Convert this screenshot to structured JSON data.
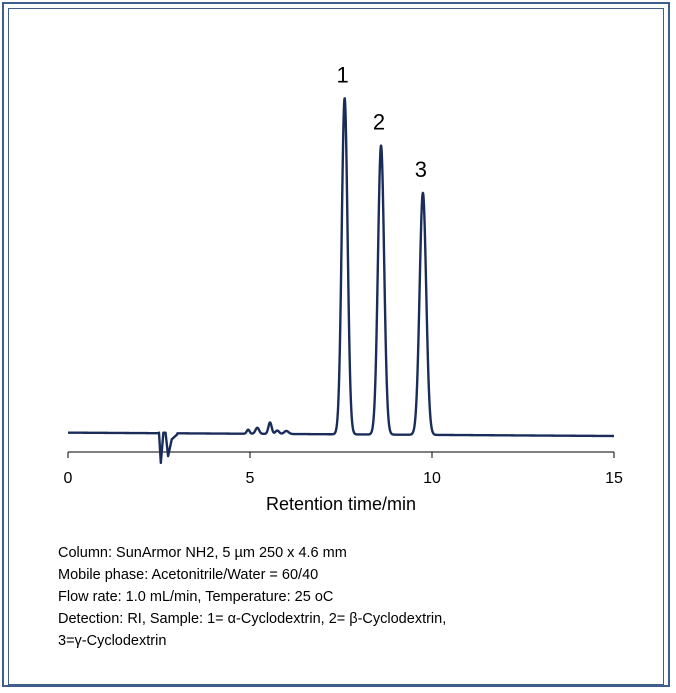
{
  "chart_data": {
    "type": "line",
    "title": "",
    "xlabel": "Retention time/min",
    "ylabel": "",
    "xlim": [
      0,
      15
    ],
    "xticks": [
      0,
      5,
      10,
      15
    ],
    "x_tick_labels": [
      "0",
      "5",
      "10",
      "15"
    ],
    "grid": false,
    "line_color": "#1a2d5a",
    "baseline": {
      "start": 1.0,
      "end": 0.0
    },
    "series": [
      {
        "peaks": [
          {
            "label": "1",
            "x": 7.6,
            "height": 100,
            "width": 0.08
          },
          {
            "label": "2",
            "x": 8.6,
            "height": 86,
            "width": 0.085
          },
          {
            "label": "3",
            "x": 9.75,
            "height": 72,
            "width": 0.09
          }
        ],
        "minor_peaks": [
          {
            "x": 4.95,
            "height": 1.2,
            "width": 0.04
          },
          {
            "x": 5.2,
            "height": 1.8,
            "width": 0.05
          },
          {
            "x": 5.55,
            "height": 3.4,
            "width": 0.045
          },
          {
            "x": 5.75,
            "height": 1.0,
            "width": 0.05
          },
          {
            "x": 6.0,
            "height": 0.9,
            "width": 0.06
          }
        ],
        "disturbance": [
          {
            "x": 2.5,
            "value": 1.0
          },
          {
            "x": 2.55,
            "value": -8.0
          },
          {
            "x": 2.62,
            "value": 1.0
          },
          {
            "x": 2.68,
            "value": 1.0
          },
          {
            "x": 2.75,
            "value": -6.0
          },
          {
            "x": 2.85,
            "value": -1.0
          },
          {
            "x": 3.0,
            "value": 0.5
          }
        ]
      }
    ]
  },
  "caption": {
    "line1": "Column: SunArmor NH2, 5 µm 250 x 4.6 mm",
    "line2": "Mobile phase: Acetonitrile/Water = 60/40",
    "line3": "Flow rate: 1.0 mL/min, Temperature: 25 oC",
    "line4": "Detection: RI, Sample: 1= α-Cyclodextrin, 2= β-Cyclodextrin,",
    "line5": "3=γ-Cyclodextrin"
  },
  "frame_color": "#3d5f8a"
}
